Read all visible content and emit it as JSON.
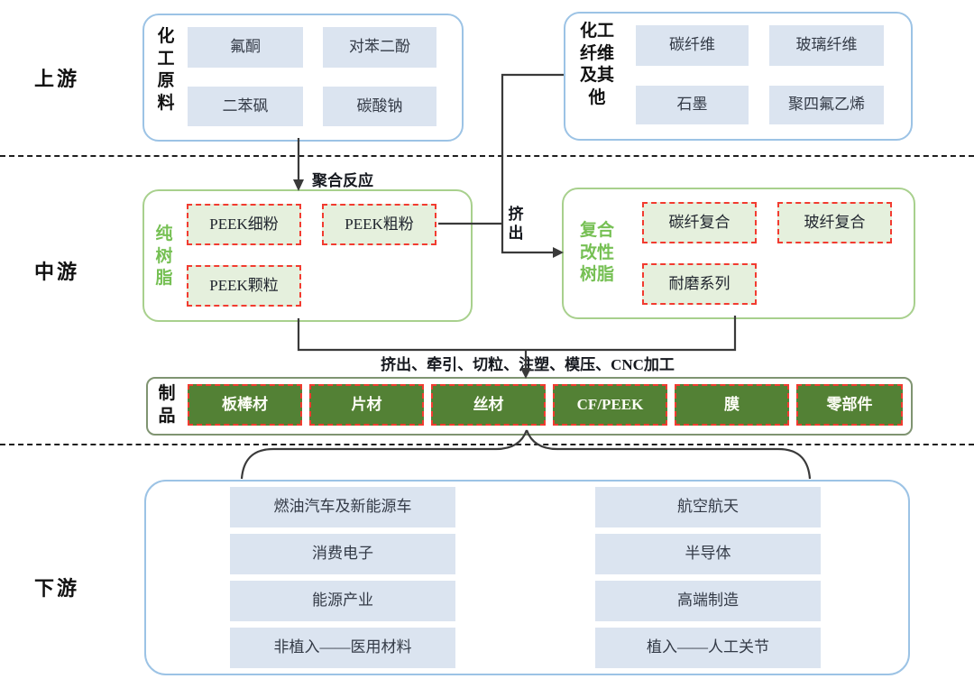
{
  "stages": {
    "upstream": "上游",
    "midstream": "中游",
    "downstream": "下游"
  },
  "upstream": {
    "chemical_raw_materials": {
      "label": "化工原料",
      "items": [
        "氟酮",
        "对苯二酚",
        "二苯砜",
        "碳酸钠"
      ]
    },
    "chemical_fibers": {
      "label": "化工纤维及其他",
      "items": [
        "碳纤维",
        "玻璃纤维",
        "石墨",
        "聚四氟乙烯"
      ]
    }
  },
  "midstream": {
    "pure_resin": {
      "label": "纯树脂",
      "items": [
        "PEEK细粉",
        "PEEK粗粉",
        "PEEK颗粒"
      ]
    },
    "composite_resin": {
      "label": "复合改性树脂",
      "items": [
        "碳纤复合",
        "玻纤复合",
        "耐磨系列"
      ]
    },
    "products": {
      "label": "制品",
      "items": [
        "板棒材",
        "片材",
        "丝材",
        "CF/PEEK",
        "膜",
        "零部件"
      ]
    }
  },
  "process_labels": {
    "polymerization": "聚合反应",
    "extrusion": "挤出",
    "forming_processes": "挤出、牵引、切粒、注塑、模压、CNC加工"
  },
  "downstream": {
    "left_column": [
      "燃油汽车及新能源车",
      "消费电子",
      "能源产业",
      "非植入——医用材料"
    ],
    "right_column": [
      "航空航天",
      "半导体",
      "高端制造",
      "植入——人工关节"
    ]
  },
  "colors": {
    "blue_box_border": "#9cc3e5",
    "blue_item_fill": "#dbe4f0",
    "green_box_border": "#a8d08d",
    "green_item_fill": "#e5f0dd",
    "green_label_text": "#76c054",
    "dark_green_fill": "#538135",
    "red_dashed_border": "#f23b30",
    "connector": "#3a3a3a"
  }
}
